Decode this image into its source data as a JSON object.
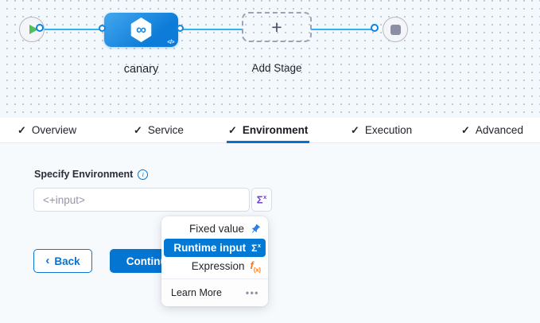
{
  "canvas": {
    "stage_label": "canary",
    "add_stage_label": "Add Stage",
    "plus_glyph": "+",
    "infinity_glyph": "∞",
    "code_glyph": "</>"
  },
  "tabs": {
    "check_glyph": "✓",
    "items": [
      {
        "label": "Overview",
        "checked": true
      },
      {
        "label": "Service",
        "checked": true
      },
      {
        "label": "Environment",
        "checked": true,
        "active": true
      },
      {
        "label": "Execution",
        "checked": true
      },
      {
        "label": "Advanced",
        "checked": true
      }
    ],
    "active_tab": "Environment"
  },
  "form": {
    "label": "Specify Environment",
    "info_glyph": "i",
    "input_value": "<+input>",
    "sigma_base": "Σ",
    "sigma_sup": "x"
  },
  "buttons": {
    "back_chevron": "‹",
    "back_label": "Back",
    "continue_label": "Continue"
  },
  "dropdown": {
    "items": [
      {
        "label": "Fixed value",
        "icon": "pin-icon",
        "selected": false
      },
      {
        "label": "Runtime input",
        "icon": "sigma-icon",
        "selected": true
      },
      {
        "label": "Expression",
        "icon": "fx-icon",
        "selected": false
      }
    ],
    "fx_base": "f",
    "fx_sub": "(x)",
    "footer_label": "Learn More",
    "footer_more": "•••"
  },
  "colors": {
    "primary_blue": "#0278d5",
    "selected_row_blue": "#0379d6",
    "connector_blue": "#2eb3f3",
    "sigma_purple": "#6f3fd0",
    "expression_orange": "#ff7517",
    "pin_blue": "#2b80e3",
    "play_green": "#4cc05c",
    "canvas_bg": "#f3f8fc",
    "content_bg": "#f7fafd"
  }
}
